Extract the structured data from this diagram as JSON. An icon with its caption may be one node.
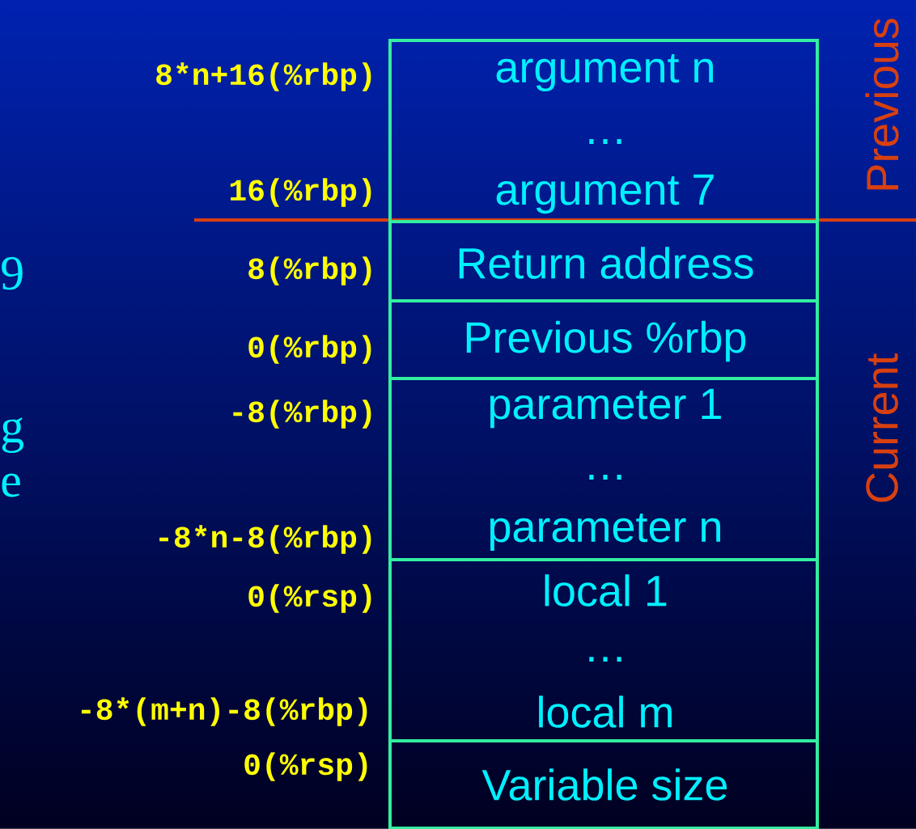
{
  "diagram": {
    "nodes": [
      {
        "text": [
          "argument n",
          "…",
          "argument 7"
        ]
      },
      {
        "text": [
          "Return address"
        ]
      },
      {
        "text": [
          "Previous %rbp"
        ]
      },
      {
        "text": [
          "parameter 1",
          "…",
          "parameter n"
        ]
      },
      {
        "text": [
          "local 1",
          "…",
          "local m"
        ]
      },
      {
        "text": [
          "Variable size"
        ]
      }
    ],
    "labels": [
      "8*n+16(%rbp)",
      "16(%rbp)",
      "8(%rbp)",
      "0(%rbp)",
      "-8(%rbp)",
      "-8*n-8(%rbp)",
      "0(%rsp)",
      "-8*(m+n)-8(%rbp)",
      "0(%rsp)",
      "Previous",
      "Current",
      "9",
      "g",
      "e"
    ]
  }
}
